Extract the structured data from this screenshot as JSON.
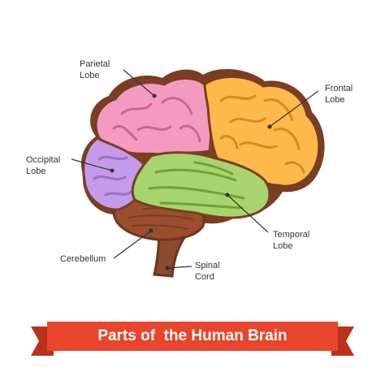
{
  "labels": {
    "parietal": {
      "line1": "Parietal",
      "line2": "Lobe"
    },
    "frontal": {
      "line1": "Frontal",
      "line2": "Lobe"
    },
    "occipital": {
      "line1": "Occipital",
      "line2": "Lobe"
    },
    "temporal": {
      "line1": "Temporal",
      "line2": "Lobe"
    },
    "cerebellum": {
      "line1": "Cerebellum"
    },
    "spinal": {
      "line1": "Spinal",
      "line2": "Cord"
    }
  },
  "banner": {
    "title": "Parts of  the Human Brain"
  },
  "colors": {
    "parietal": "#f49ac1",
    "frontal": "#fdb94a",
    "occipital": "#c39be8",
    "temporal": "#a8d46f",
    "cerebellum": "#9a4e2e",
    "spinal": "#8c4a30",
    "outline": "#7a3e22",
    "banner": "#e8452c",
    "banner_dark": "#b8321e"
  }
}
